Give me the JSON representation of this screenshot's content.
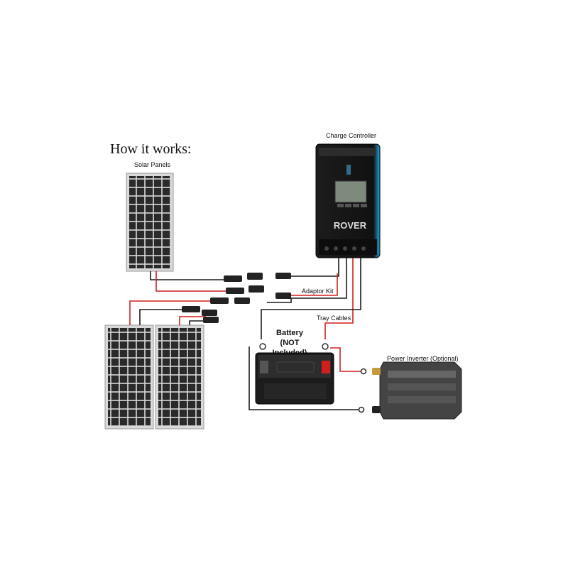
{
  "heading": "How it works:",
  "labels": {
    "solar_panels": "Solar Panels",
    "charge_controller": "Charge Controller",
    "adaptor_kit": "Adaptor Kit",
    "tray_cables": "Tray Cables",
    "battery_line1": "Battery",
    "battery_line2": "(NOT Included)",
    "power_inverter": "Power Inverter (Optional)"
  },
  "controller_brand": "ROVER",
  "colors": {
    "positive_wire": "#d11f1f",
    "negative_wire": "#1a1a1a",
    "controller_accent": "#1fa8e0"
  }
}
